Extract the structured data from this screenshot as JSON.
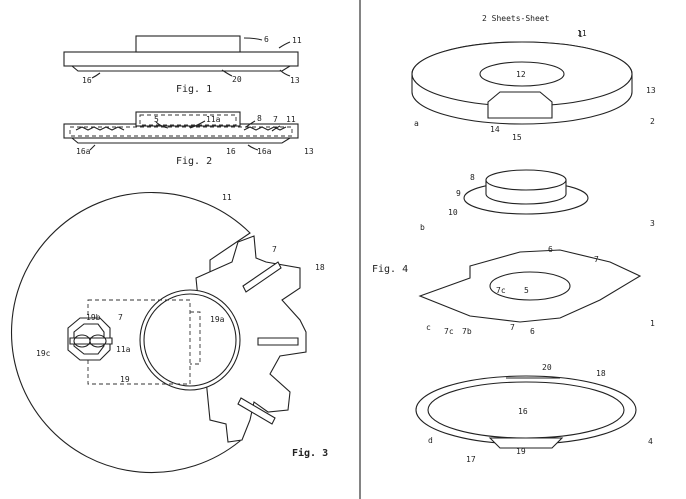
{
  "sheet_header": "2 Sheets-Sheet",
  "sheet_header_num": "1",
  "fig1": {
    "caption": "Fig. 1",
    "labels": [
      "6",
      "11",
      "16",
      "20",
      "13"
    ]
  },
  "fig2": {
    "caption": "Fig. 2",
    "labels": [
      "5",
      "11a",
      "8",
      "7",
      "11",
      "16a",
      "16",
      "16a",
      "13"
    ]
  },
  "fig3": {
    "caption": "Fig. 3",
    "labels": [
      "11",
      "7",
      "18",
      "19a",
      "19b",
      "7",
      "19c",
      "11a",
      "19"
    ]
  },
  "fig4": {
    "caption": "Fig. 4",
    "part_a": {
      "letter": "a",
      "labels": [
        "11",
        "12",
        "13",
        "14",
        "15",
        "2"
      ]
    },
    "part_b": {
      "letter": "b",
      "labels": [
        "8",
        "9",
        "10",
        "3"
      ]
    },
    "part_c": {
      "letter": "c",
      "labels": [
        "6",
        "7",
        "7c",
        "5",
        "7c",
        "7b",
        "7",
        "6",
        "1"
      ]
    },
    "part_d": {
      "letter": "d",
      "labels": [
        "20",
        "18",
        "16",
        "17",
        "19",
        "4"
      ]
    }
  }
}
